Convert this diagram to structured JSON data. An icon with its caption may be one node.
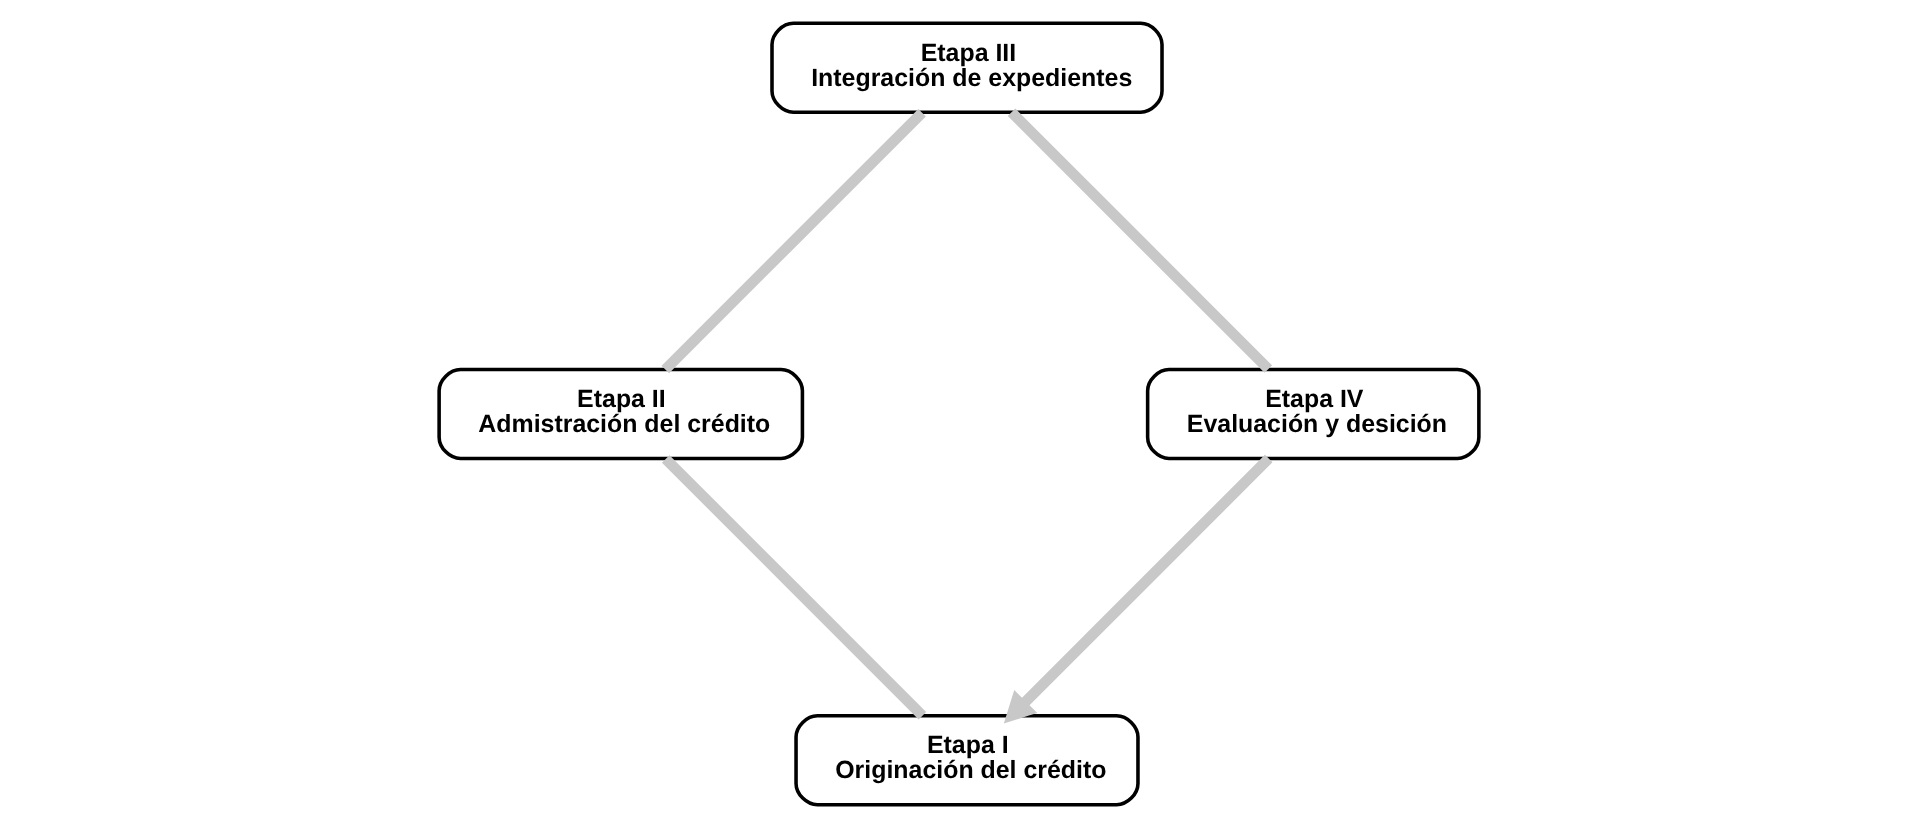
{
  "diagram": {
    "nodes": [
      {
        "text": [
          "Etapa I",
          "Originación del crédito"
        ]
      },
      {
        "text": [
          "Etapa II",
          "Admistración del crédito"
        ]
      },
      {
        "text": [
          "Etapa III",
          "Integración de expedientes"
        ]
      },
      {
        "text": [
          "Etapa IV",
          "Evaluación y desición"
        ]
      }
    ],
    "edges": [
      {
        "from": 0,
        "to": 1,
        "arrow": "none"
      },
      {
        "from": 1,
        "to": 2,
        "arrow": "none"
      },
      {
        "from": 2,
        "to": 3,
        "arrow": "none"
      },
      {
        "from": 3,
        "to": 0,
        "arrow": "to"
      }
    ]
  }
}
